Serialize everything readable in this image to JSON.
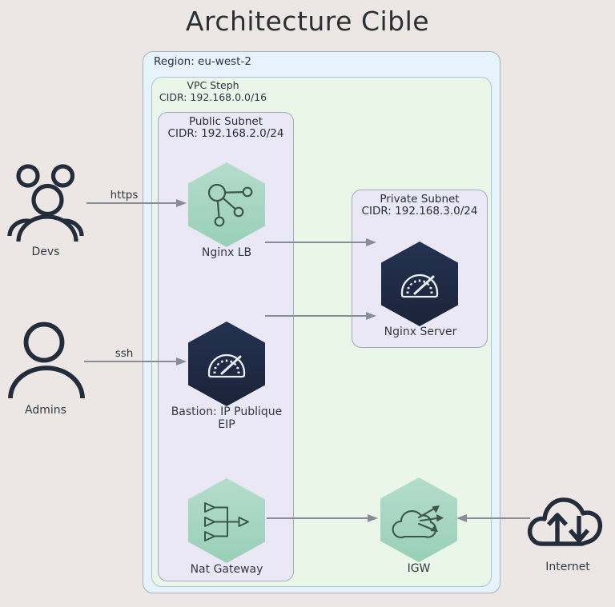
{
  "title": "Architecture Cible",
  "region": {
    "label": "Region: eu-west-2"
  },
  "vpc": {
    "name": "VPC Steph",
    "cidr": "CIDR: 192.168.0.0/16"
  },
  "public_subnet": {
    "name": "Public Subnet",
    "cidr": "CIDR: 192.168.2.0/24"
  },
  "private_subnet": {
    "name": "Private Subnet",
    "cidr": "CIDR: 192.168.3.0/24"
  },
  "nodes": {
    "nginx_lb": {
      "label": "Nginx LB",
      "icon": "network-nodes-icon"
    },
    "bastion": {
      "label": "Bastion: IP Publique",
      "label2": "EIP",
      "icon": "gauge-icon"
    },
    "nat_gateway": {
      "label": "Nat Gateway",
      "icon": "merge-arrows-icon"
    },
    "nginx_server": {
      "label": "Nginx Server",
      "icon": "gauge-icon"
    },
    "igw": {
      "label": "IGW",
      "icon": "cloud-fanout-arrows-icon"
    }
  },
  "actors": {
    "devs": {
      "label": "Devs",
      "icon": "users-icon"
    },
    "admins": {
      "label": "Admins",
      "icon": "user-icon"
    },
    "internet": {
      "label": "Internet",
      "icon": "cloud-up-down-arrows-icon"
    }
  },
  "edges": {
    "https": {
      "label": "https"
    },
    "ssh": {
      "label": "ssh"
    }
  },
  "colors": {
    "background": "#ece7e5",
    "region_fill": "#e7f3fb",
    "vpc_fill": "#eaf6e7",
    "subnet_fill": "#eae8f4",
    "hexagon_green": "#a9d7c3",
    "hexagon_navy": "#1f2b47",
    "arrow": "#878d96",
    "text": "#2d3642"
  }
}
